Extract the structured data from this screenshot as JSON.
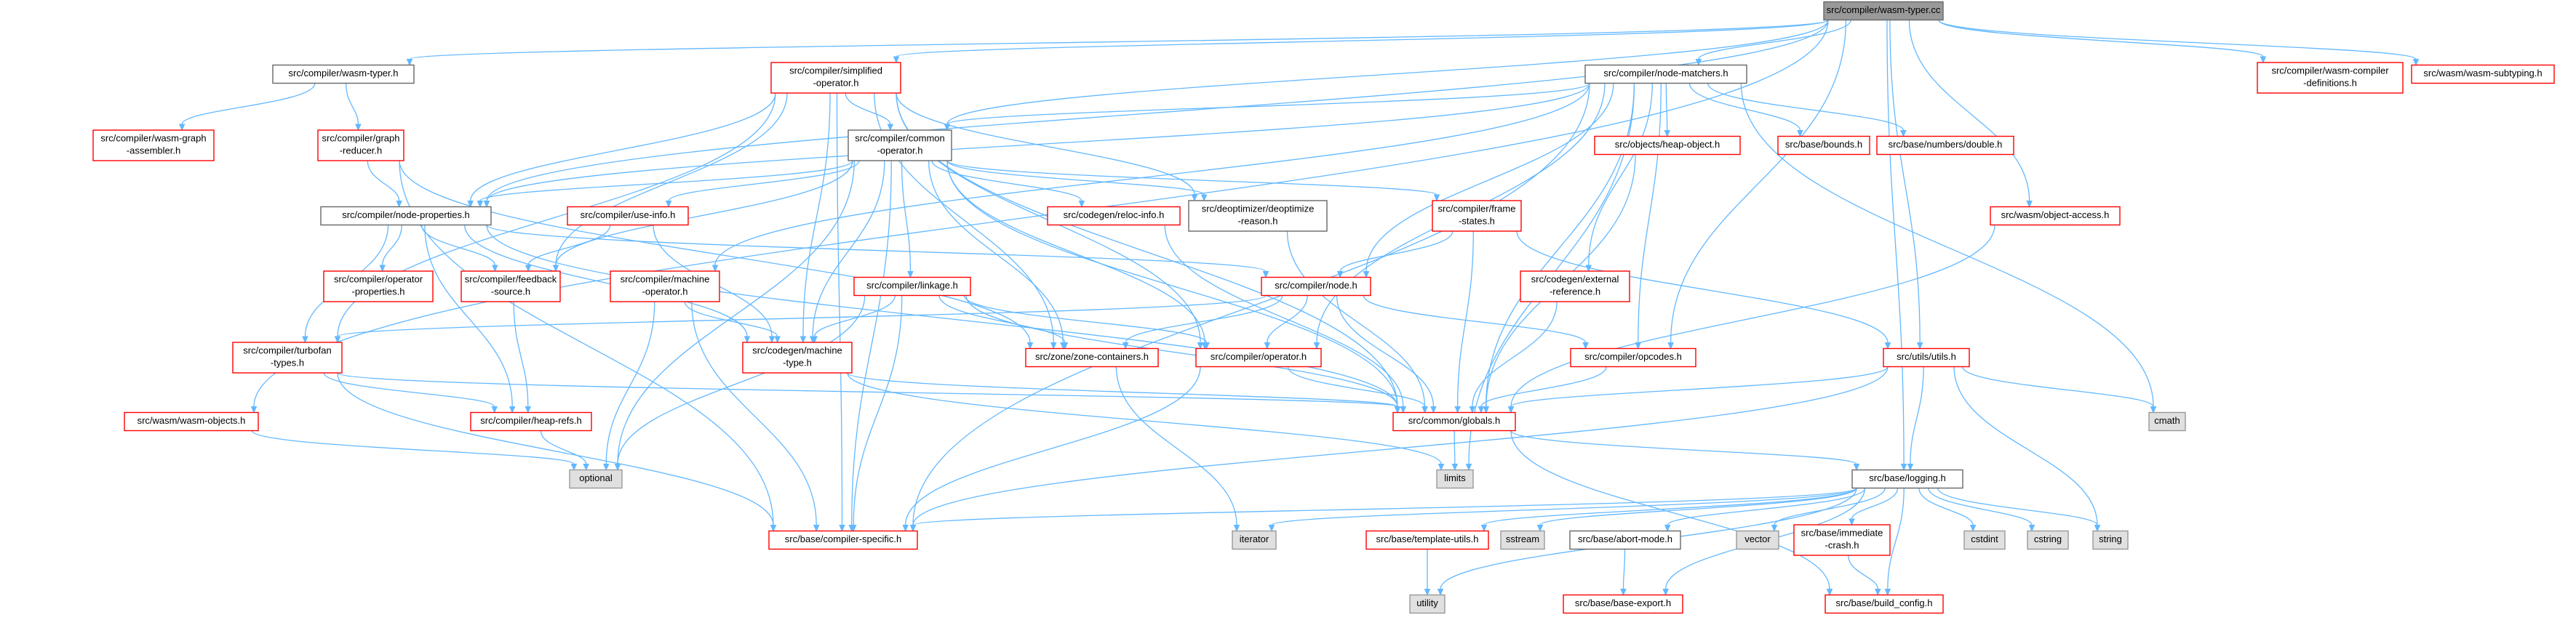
{
  "graph": {
    "nodes": [
      {
        "id": "root",
        "label": "src/compiler/wasm-typer.cc",
        "style": "root"
      },
      {
        "id": "wtype",
        "label": "src/compiler/wasm-typer.h",
        "style": "normal"
      },
      {
        "id": "simplop",
        "label": "src/compiler/simplified\n-operator.h",
        "style": "missing"
      },
      {
        "id": "nmatch",
        "label": "src/compiler/node-matchers.h",
        "style": "normal"
      },
      {
        "id": "wcdefs",
        "label": "src/compiler/wasm-compiler\n-definitions.h",
        "style": "missing"
      },
      {
        "id": "wsubt",
        "label": "src/wasm/wasm-subtyping.h",
        "style": "missing"
      },
      {
        "id": "wgasm",
        "label": "src/compiler/wasm-graph\n-assembler.h",
        "style": "missing"
      },
      {
        "id": "greduc",
        "label": "src/compiler/graph\n-reducer.h",
        "style": "missing"
      },
      {
        "id": "commop",
        "label": "src/compiler/common\n-operator.h",
        "style": "normal"
      },
      {
        "id": "heapobj",
        "label": "src/objects/heap-object.h",
        "style": "missing"
      },
      {
        "id": "bounds",
        "label": "src/base/bounds.h",
        "style": "missing"
      },
      {
        "id": "numdbl",
        "label": "src/base/numbers/double.h",
        "style": "missing"
      },
      {
        "id": "nprops",
        "label": "src/compiler/node-properties.h",
        "style": "normal"
      },
      {
        "id": "useinfo",
        "label": "src/compiler/use-info.h",
        "style": "missing"
      },
      {
        "id": "reloc",
        "label": "src/codegen/reloc-info.h",
        "style": "missing"
      },
      {
        "id": "deopt",
        "label": "src/deoptimizer/deoptimize\n-reason.h",
        "style": "normal"
      },
      {
        "id": "fstates",
        "label": "src/compiler/frame\n-states.h",
        "style": "missing"
      },
      {
        "id": "objacc",
        "label": "src/wasm/object-access.h",
        "style": "missing"
      },
      {
        "id": "opprops",
        "label": "src/compiler/operator\n-properties.h",
        "style": "missing"
      },
      {
        "id": "fbsrc",
        "label": "src/compiler/feedback\n-source.h",
        "style": "missing"
      },
      {
        "id": "machop",
        "label": "src/compiler/machine\n-operator.h",
        "style": "missing"
      },
      {
        "id": "linkage",
        "label": "src/compiler/linkage.h",
        "style": "missing"
      },
      {
        "id": "node",
        "label": "src/compiler/node.h",
        "style": "missing"
      },
      {
        "id": "extref",
        "label": "src/codegen/external\n-reference.h",
        "style": "missing"
      },
      {
        "id": "tftypes",
        "label": "src/compiler/turbofan\n-types.h",
        "style": "missing"
      },
      {
        "id": "mtype",
        "label": "src/codegen/machine\n-type.h",
        "style": "missing"
      },
      {
        "id": "zcont",
        "label": "src/zone/zone-containers.h",
        "style": "missing"
      },
      {
        "id": "operator",
        "label": "src/compiler/operator.h",
        "style": "missing"
      },
      {
        "id": "opcodes",
        "label": "src/compiler/opcodes.h",
        "style": "missing"
      },
      {
        "id": "utils",
        "label": "src/utils/utils.h",
        "style": "missing"
      },
      {
        "id": "wobjs",
        "label": "src/wasm/wasm-objects.h",
        "style": "missing"
      },
      {
        "id": "heaprefs",
        "label": "src/compiler/heap-refs.h",
        "style": "missing"
      },
      {
        "id": "globals",
        "label": "src/common/globals.h",
        "style": "missing"
      },
      {
        "id": "cmath",
        "label": "cmath",
        "style": "system"
      },
      {
        "id": "optional",
        "label": "optional",
        "style": "system"
      },
      {
        "id": "limits",
        "label": "limits",
        "style": "system"
      },
      {
        "id": "logging",
        "label": "src/base/logging.h",
        "style": "normal"
      },
      {
        "id": "ccspec",
        "label": "src/base/compiler-specific.h",
        "style": "missing"
      },
      {
        "id": "iterator",
        "label": "iterator",
        "style": "system"
      },
      {
        "id": "tutils",
        "label": "src/base/template-utils.h",
        "style": "missing"
      },
      {
        "id": "sstream",
        "label": "sstream",
        "style": "system"
      },
      {
        "id": "abort",
        "label": "src/base/abort-mode.h",
        "style": "normal"
      },
      {
        "id": "vector",
        "label": "vector",
        "style": "system"
      },
      {
        "id": "immcrash",
        "label": "src/base/immediate\n-crash.h",
        "style": "missing"
      },
      {
        "id": "cstdint",
        "label": "cstdint",
        "style": "system"
      },
      {
        "id": "cstring",
        "label": "cstring",
        "style": "system"
      },
      {
        "id": "string",
        "label": "string",
        "style": "system"
      },
      {
        "id": "utility",
        "label": "utility",
        "style": "system"
      },
      {
        "id": "bexport",
        "label": "src/base/base-export.h",
        "style": "missing"
      },
      {
        "id": "bconfig",
        "label": "src/base/build_config.h",
        "style": "missing"
      }
    ],
    "edges": [
      [
        "root",
        "wtype"
      ],
      [
        "root",
        "simplop"
      ],
      [
        "root",
        "nmatch"
      ],
      [
        "root",
        "wcdefs"
      ],
      [
        "root",
        "wsubt"
      ],
      [
        "root",
        "commop"
      ],
      [
        "root",
        "nprops"
      ],
      [
        "root",
        "objacc"
      ],
      [
        "root",
        "wobjs"
      ],
      [
        "root",
        "opcodes"
      ],
      [
        "root",
        "utils"
      ],
      [
        "root",
        "logging"
      ],
      [
        "wtype",
        "wgasm"
      ],
      [
        "wtype",
        "greduc"
      ],
      [
        "simplop",
        "commop"
      ],
      [
        "simplop",
        "nprops"
      ],
      [
        "simplop",
        "fbsrc"
      ],
      [
        "simplop",
        "tftypes"
      ],
      [
        "simplop",
        "mtype"
      ],
      [
        "simplop",
        "operator"
      ],
      [
        "simplop",
        "globals"
      ],
      [
        "simplop",
        "deopt"
      ],
      [
        "simplop",
        "ccspec"
      ],
      [
        "simplop",
        "zcont"
      ],
      [
        "nmatch",
        "commop"
      ],
      [
        "nmatch",
        "nprops"
      ],
      [
        "nmatch",
        "heapobj"
      ],
      [
        "nmatch",
        "bounds"
      ],
      [
        "nmatch",
        "numdbl"
      ],
      [
        "nmatch",
        "extref"
      ],
      [
        "nmatch",
        "node"
      ],
      [
        "nmatch",
        "opcodes"
      ],
      [
        "nmatch",
        "operator"
      ],
      [
        "nmatch",
        "globals"
      ],
      [
        "nmatch",
        "cmath"
      ],
      [
        "nmatch",
        "limits"
      ],
      [
        "nmatch",
        "machop"
      ],
      [
        "nmatch",
        "ccspec"
      ],
      [
        "greduc",
        "nprops"
      ],
      [
        "greduc",
        "ccspec"
      ],
      [
        "greduc",
        "zcont"
      ],
      [
        "commop",
        "nprops"
      ],
      [
        "commop",
        "useinfo"
      ],
      [
        "commop",
        "reloc"
      ],
      [
        "commop",
        "deopt"
      ],
      [
        "commop",
        "fstates"
      ],
      [
        "commop",
        "fbsrc"
      ],
      [
        "commop",
        "linkage"
      ],
      [
        "commop",
        "mtype"
      ],
      [
        "commop",
        "zcont"
      ],
      [
        "commop",
        "operator"
      ],
      [
        "commop",
        "globals"
      ],
      [
        "commop",
        "optional"
      ],
      [
        "commop",
        "ccspec"
      ],
      [
        "nprops",
        "opprops"
      ],
      [
        "nprops",
        "fbsrc"
      ],
      [
        "nprops",
        "tftypes"
      ],
      [
        "nprops",
        "heaprefs"
      ],
      [
        "nprops",
        "node"
      ],
      [
        "nprops",
        "mtype"
      ],
      [
        "nprops",
        "globals"
      ],
      [
        "useinfo",
        "fbsrc"
      ],
      [
        "useinfo",
        "mtype"
      ],
      [
        "reloc",
        "globals"
      ],
      [
        "deopt",
        "globals"
      ],
      [
        "fstates",
        "node"
      ],
      [
        "fstates",
        "utils"
      ],
      [
        "fstates",
        "globals"
      ],
      [
        "heapobj",
        "globals"
      ],
      [
        "objacc",
        "globals"
      ],
      [
        "fbsrc",
        "heaprefs"
      ],
      [
        "machop",
        "mtype"
      ],
      [
        "machop",
        "optional"
      ],
      [
        "machop",
        "ccspec"
      ],
      [
        "linkage",
        "mtype"
      ],
      [
        "linkage",
        "operator"
      ],
      [
        "linkage",
        "zcont"
      ],
      [
        "linkage",
        "globals"
      ],
      [
        "linkage",
        "optional"
      ],
      [
        "linkage",
        "ccspec"
      ],
      [
        "node",
        "tftypes"
      ],
      [
        "node",
        "zcont"
      ],
      [
        "node",
        "operator"
      ],
      [
        "node",
        "opcodes"
      ],
      [
        "node",
        "globals"
      ],
      [
        "extref",
        "globals"
      ],
      [
        "tftypes",
        "heaprefs"
      ],
      [
        "tftypes",
        "globals"
      ],
      [
        "tftypes",
        "ccspec"
      ],
      [
        "mtype",
        "globals"
      ],
      [
        "mtype",
        "limits"
      ],
      [
        "zcont",
        "iterator"
      ],
      [
        "operator",
        "globals"
      ],
      [
        "operator",
        "ccspec"
      ],
      [
        "opcodes",
        "globals"
      ],
      [
        "utils",
        "globals"
      ],
      [
        "utils",
        "logging"
      ],
      [
        "utils",
        "cmath"
      ],
      [
        "utils",
        "string"
      ],
      [
        "utils",
        "ccspec"
      ],
      [
        "wobjs",
        "optional"
      ],
      [
        "heaprefs",
        "optional"
      ],
      [
        "globals",
        "logging"
      ],
      [
        "globals",
        "limits"
      ],
      [
        "globals",
        "bconfig"
      ],
      [
        "logging",
        "ccspec"
      ],
      [
        "logging",
        "iterator"
      ],
      [
        "logging",
        "tutils"
      ],
      [
        "logging",
        "sstream"
      ],
      [
        "logging",
        "abort"
      ],
      [
        "logging",
        "vector"
      ],
      [
        "logging",
        "immcrash"
      ],
      [
        "logging",
        "cstdint"
      ],
      [
        "logging",
        "cstring"
      ],
      [
        "logging",
        "string"
      ],
      [
        "logging",
        "utility"
      ],
      [
        "logging",
        "bexport"
      ],
      [
        "logging",
        "bconfig"
      ],
      [
        "tutils",
        "utility"
      ],
      [
        "abort",
        "bexport"
      ],
      [
        "immcrash",
        "bconfig"
      ]
    ]
  },
  "colors": {
    "edge": "#63b8ff",
    "root_fill": "#999999",
    "root_stroke": "#666666",
    "normal_stroke": "#666666",
    "missing_stroke": "#ff0000",
    "system_fill": "#e0e0e0",
    "system_stroke": "#999999",
    "text": "#000000"
  }
}
